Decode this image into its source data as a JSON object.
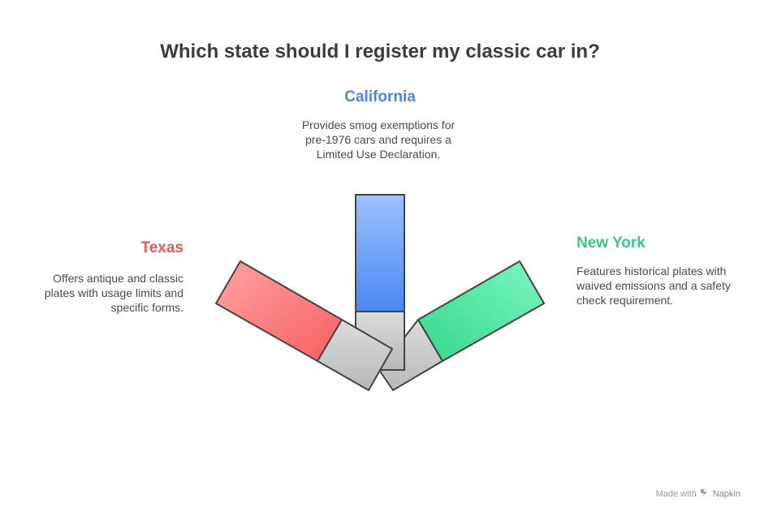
{
  "title": "Which state should I register my classic car in?",
  "colors": {
    "california": "#4a86e8",
    "texas": "#e05a5a",
    "newyork": "#3cc985",
    "neutral": "#c4c4c4",
    "outline": "#444444"
  },
  "options": {
    "california": {
      "label": "California",
      "description": "Provides smog exemptions for pre-1976 cars and requires a Limited Use Declaration."
    },
    "texas": {
      "label": "Texas",
      "description": "Offers antique and classic plates with usage limits and specific forms."
    },
    "newyork": {
      "label": "New York",
      "description": "Features historical plates with waived emissions and a safety check requirement."
    }
  },
  "footer": {
    "made_with": "Made with",
    "brand": "Napkin",
    "brand_icon": "napkin-logo-icon"
  }
}
